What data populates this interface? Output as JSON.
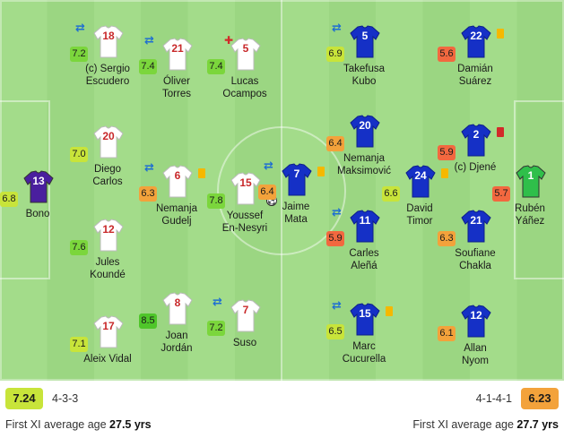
{
  "colors": {
    "rating_yellow_green": "#c8e43a",
    "rating_green": "#7bd63c",
    "rating_dark_green": "#4fc62a",
    "rating_orange": "#f3a23b",
    "rating_red": "#f2683f",
    "home_kit": "#ffffff",
    "away_kit": "#1530c6",
    "gk_home": "#4a1f9e",
    "gk_away": "#2fbf4a"
  },
  "home": {
    "rating": "7.24",
    "formation": "4-3-3",
    "avg_label": "First XI average age",
    "avg_value": "27.5 yrs",
    "players": [
      {
        "num": "13",
        "name": "Bono",
        "rating": "6.8",
        "rc": "yellow-green",
        "gk": true
      },
      {
        "num": "18",
        "name": "(c) Sergio\nEscudero",
        "rating": "7.2",
        "rc": "green",
        "icons": [
          "sub"
        ]
      },
      {
        "num": "20",
        "name": "Diego\nCarlos",
        "rating": "7.0",
        "rc": "yellow-green"
      },
      {
        "num": "12",
        "name": "Jules\nKoundé",
        "rating": "7.6",
        "rc": "green"
      },
      {
        "num": "17",
        "name": "Aleix Vidal",
        "rating": "7.1",
        "rc": "yellow-green"
      },
      {
        "num": "21",
        "name": "Óliver\nTorres",
        "rating": "7.4",
        "rc": "green",
        "icons": [
          "sub"
        ]
      },
      {
        "num": "6",
        "name": "Nemanja\nGudelj",
        "rating": "6.3",
        "rc": "orange",
        "icons": [
          "sub",
          "yc"
        ]
      },
      {
        "num": "8",
        "name": "Joan\nJordán",
        "rating": "8.5",
        "rc": "dark-green"
      },
      {
        "num": "5",
        "name": "Lucas\nOcampos",
        "rating": "7.4",
        "rc": "green",
        "icons": [
          "inj"
        ]
      },
      {
        "num": "15",
        "name": "Youssef\nEn-Nesyri",
        "rating": "7.8",
        "rc": "green",
        "icons": [
          "goal"
        ]
      },
      {
        "num": "7",
        "name": "Suso",
        "rating": "7.2",
        "rc": "green",
        "icons": [
          "sub"
        ]
      }
    ]
  },
  "away": {
    "rating": "6.23",
    "formation": "4-1-4-1",
    "avg_label": "First XI average age",
    "avg_value": "27.7 yrs",
    "players": [
      {
        "num": "1",
        "name": "Rubén\nYáñez",
        "rating": "5.7",
        "rc": "red",
        "gk": true
      },
      {
        "num": "22",
        "name": "Damián\nSuárez",
        "rating": "5.6",
        "rc": "red",
        "icons": [
          "yc"
        ]
      },
      {
        "num": "2",
        "name": "(c) Djené",
        "rating": "5.9",
        "rc": "red",
        "icons": [
          "rc"
        ]
      },
      {
        "num": "21",
        "name": "Soufiane\nChakla",
        "rating": "6.3",
        "rc": "orange"
      },
      {
        "num": "12",
        "name": "Allan\nNyom",
        "rating": "6.1",
        "rc": "orange"
      },
      {
        "num": "24",
        "name": "David\nTimor",
        "rating": "6.6",
        "rc": "yellow-green",
        "icons": [
          "yc"
        ]
      },
      {
        "num": "5",
        "name": "Takefusa\nKubo",
        "rating": "6.9",
        "rc": "yellow-green",
        "icons": [
          "sub"
        ]
      },
      {
        "num": "20",
        "name": "Nemanja\nMaksimović",
        "rating": "6.4",
        "rc": "orange"
      },
      {
        "num": "11",
        "name": "Carles\nAleñá",
        "rating": "5.9",
        "rc": "red",
        "icons": [
          "sub"
        ]
      },
      {
        "num": "15",
        "name": "Marc\nCucurella",
        "rating": "6.5",
        "rc": "yellow-green",
        "icons": [
          "sub",
          "yc"
        ]
      },
      {
        "num": "7",
        "name": "Jaime\nMata",
        "rating": "6.4",
        "rc": "orange",
        "icons": [
          "sub",
          "yc"
        ]
      }
    ]
  }
}
